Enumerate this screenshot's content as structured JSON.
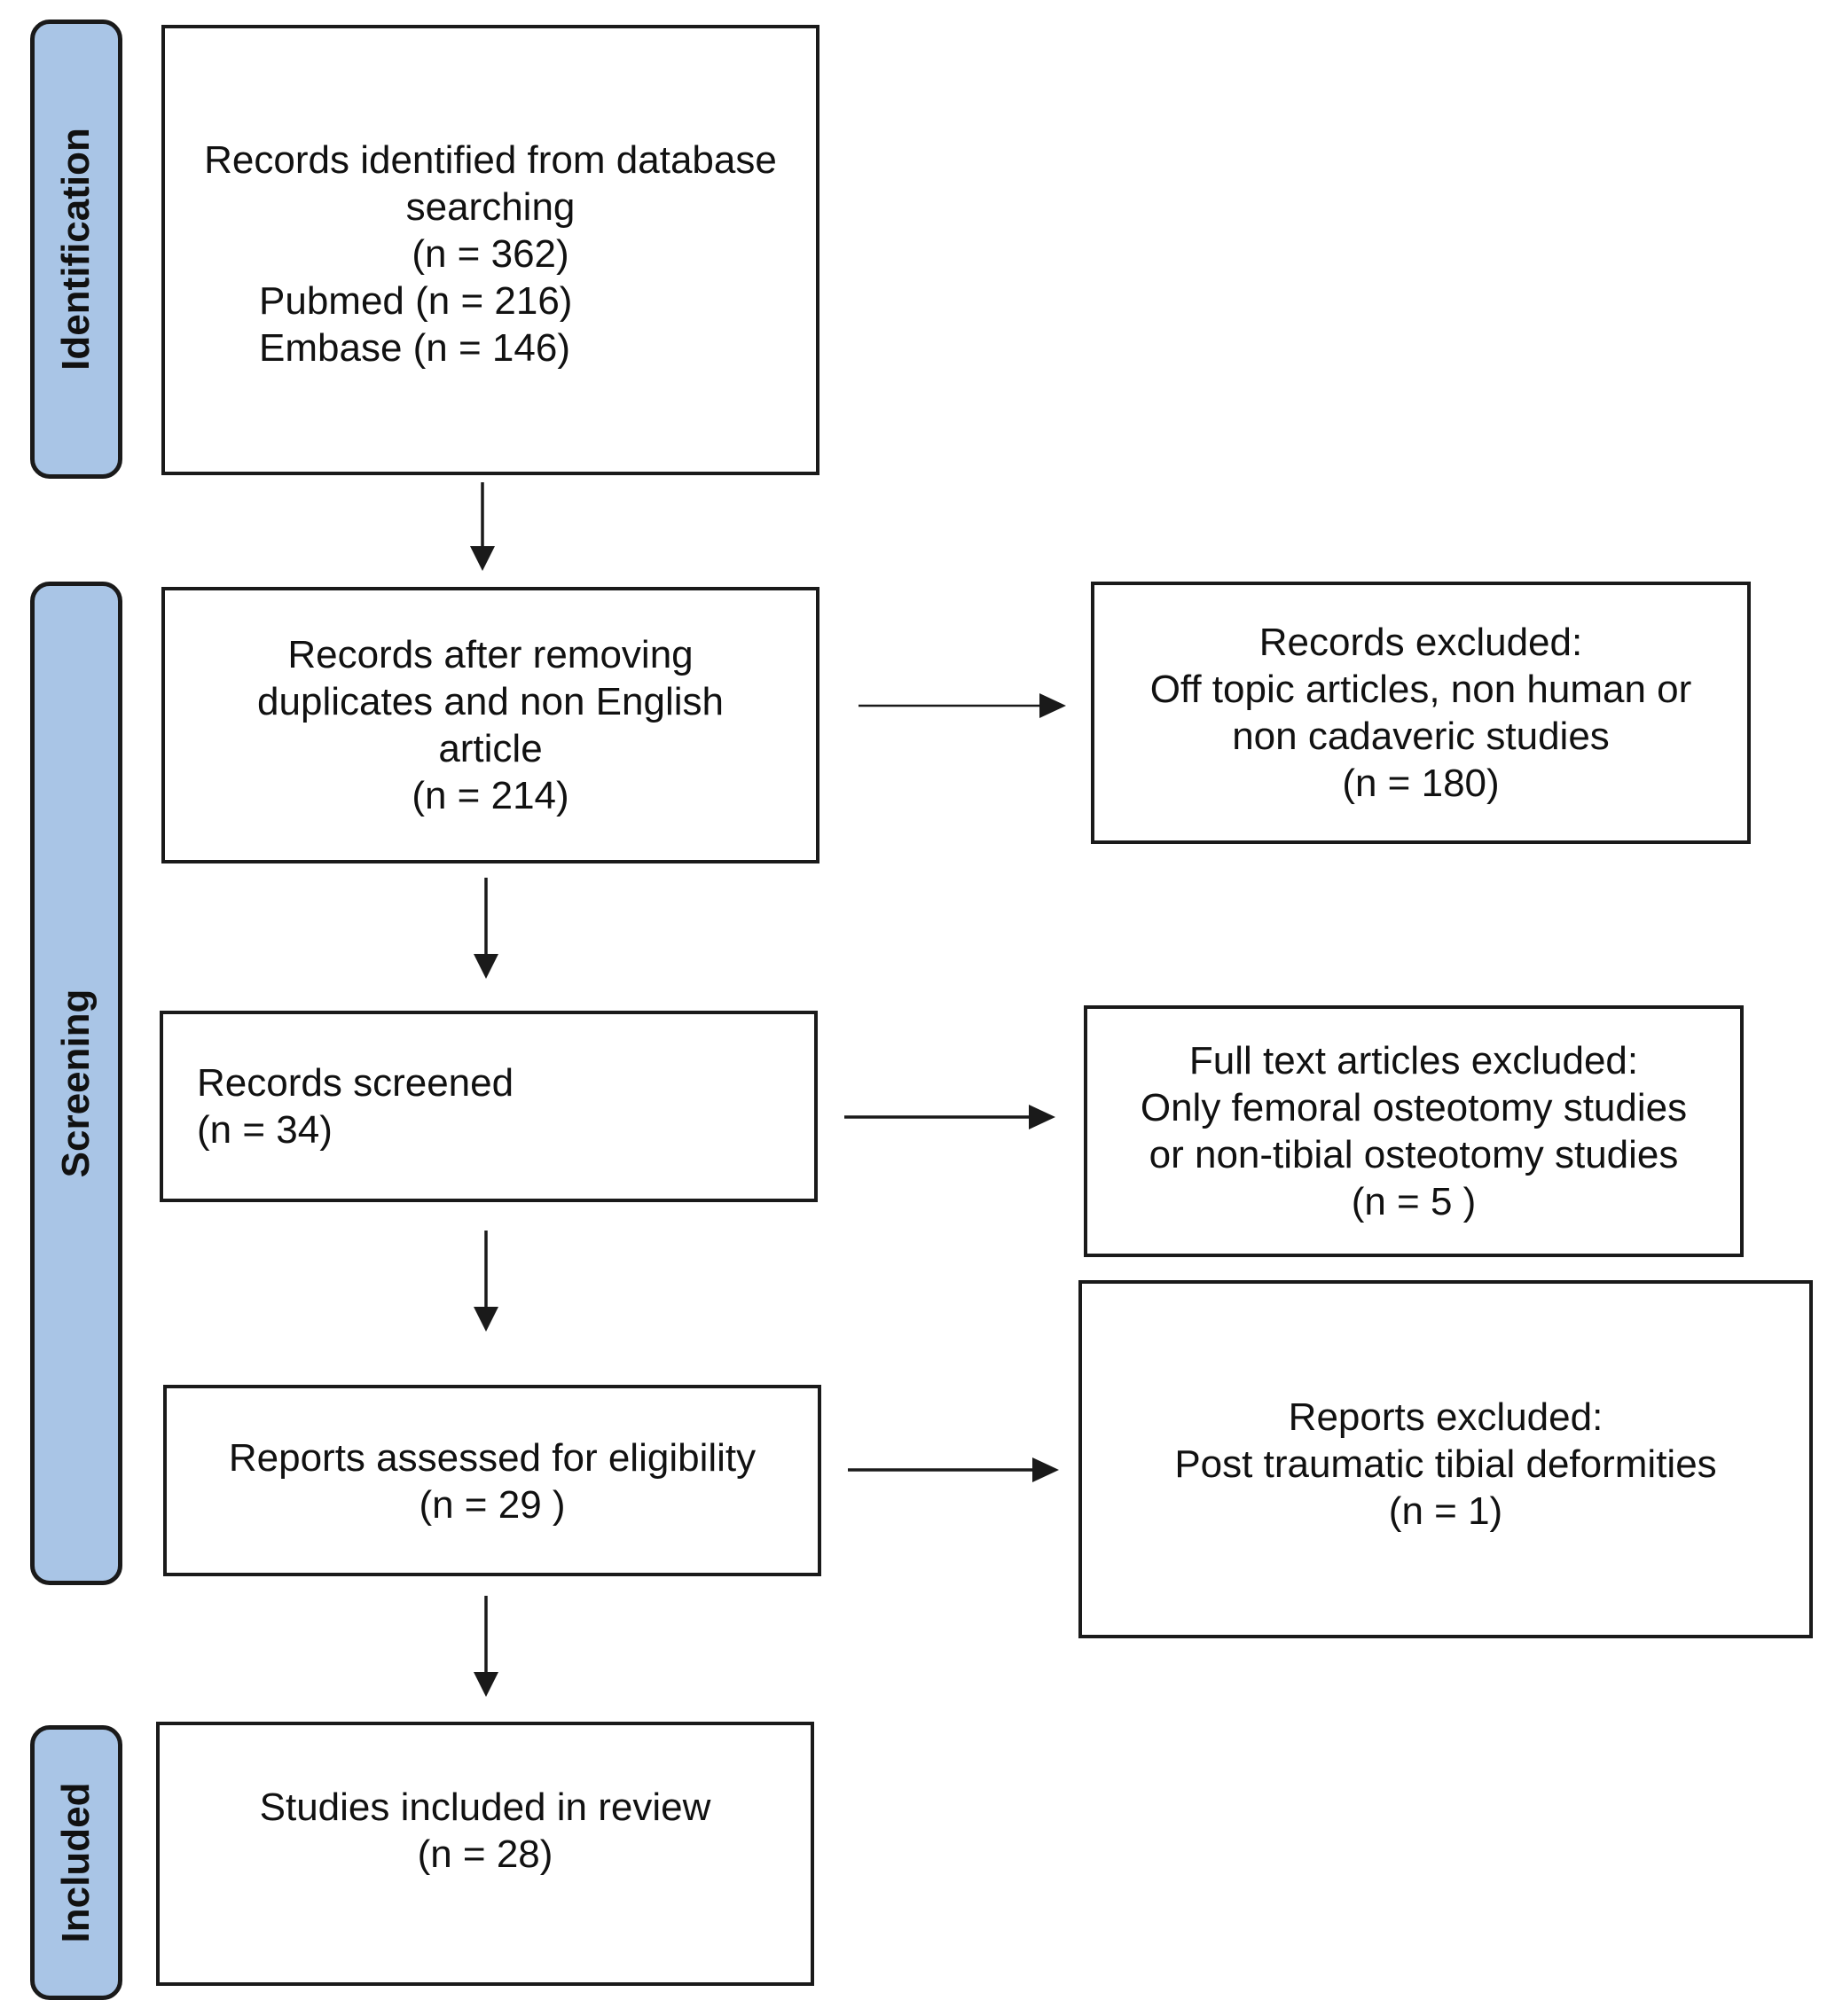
{
  "phases": {
    "identification": "Identification",
    "screening": "Screening",
    "included": "Included"
  },
  "boxes": {
    "identified": {
      "lines": [
        "Records identified from database",
        "searching",
        "(n = 362)",
        "Pubmed (n = 216)",
        "Embase (n = 146)"
      ]
    },
    "after_duplicates": {
      "lines": [
        "Records after removing",
        "duplicates and non English",
        "article",
        "(n = 214)"
      ]
    },
    "excluded_records": {
      "lines": [
        "Records excluded:",
        "Off topic articles, non human or",
        "non cadaveric studies",
        "(n = 180)"
      ]
    },
    "screened": {
      "lines": [
        "Records screened",
        "(n = 34)"
      ]
    },
    "full_text_excluded": {
      "lines": [
        "Full text articles excluded:",
        "Only femoral osteotomy studies",
        "or non-tibial osteotomy studies",
        "(n = 5 )"
      ]
    },
    "eligibility": {
      "lines": [
        "Reports assessed for eligibility",
        "(n = 29 )"
      ]
    },
    "reports_excluded": {
      "lines": [
        "Reports excluded:",
        "Post traumatic tibial deformities",
        "(n = 1)"
      ]
    },
    "included": {
      "lines": [
        "Studies included in review",
        "(n = 28)"
      ]
    }
  },
  "colors": {
    "phase_fill": "#a9c5e6",
    "stroke": "#1a1a1a"
  }
}
